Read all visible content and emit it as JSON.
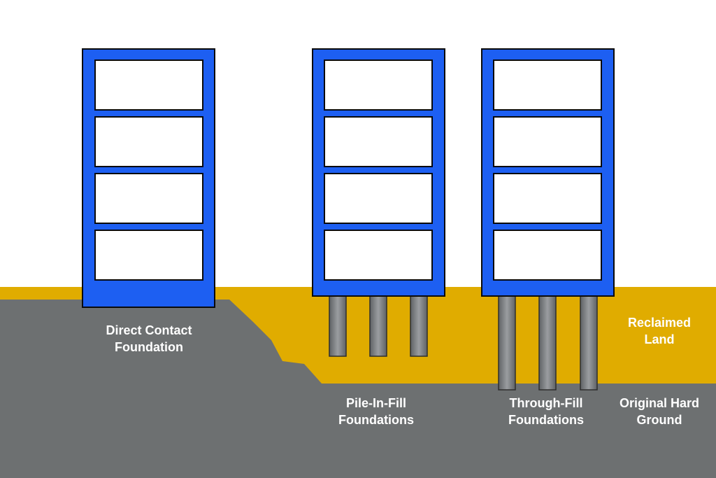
{
  "colors": {
    "background": "#ffffff",
    "reclaimed_land": "#e0ac00",
    "hard_ground": "#6d7071",
    "building_frame": "#1d5ff2",
    "pile": "#7c7f82",
    "label_text": "#ffffff"
  },
  "labels": {
    "direct_contact": [
      "Direct Contact",
      "Foundation"
    ],
    "pile_in_fill": [
      "Pile-In-Fill",
      "Foundations"
    ],
    "through_fill": [
      "Through-Fill",
      "Foundations"
    ],
    "reclaimed_land": [
      "Reclaimed",
      "Land"
    ],
    "original_hard_ground": [
      "Original Hard",
      "Ground"
    ]
  },
  "buildings": [
    {
      "name": "direct-contact-building",
      "floors": 4,
      "piles": 0
    },
    {
      "name": "pile-in-fill-building",
      "floors": 4,
      "piles": 3,
      "pile_reaches_hard_ground": false
    },
    {
      "name": "through-fill-building",
      "floors": 4,
      "piles": 3,
      "pile_reaches_hard_ground": true
    }
  ]
}
